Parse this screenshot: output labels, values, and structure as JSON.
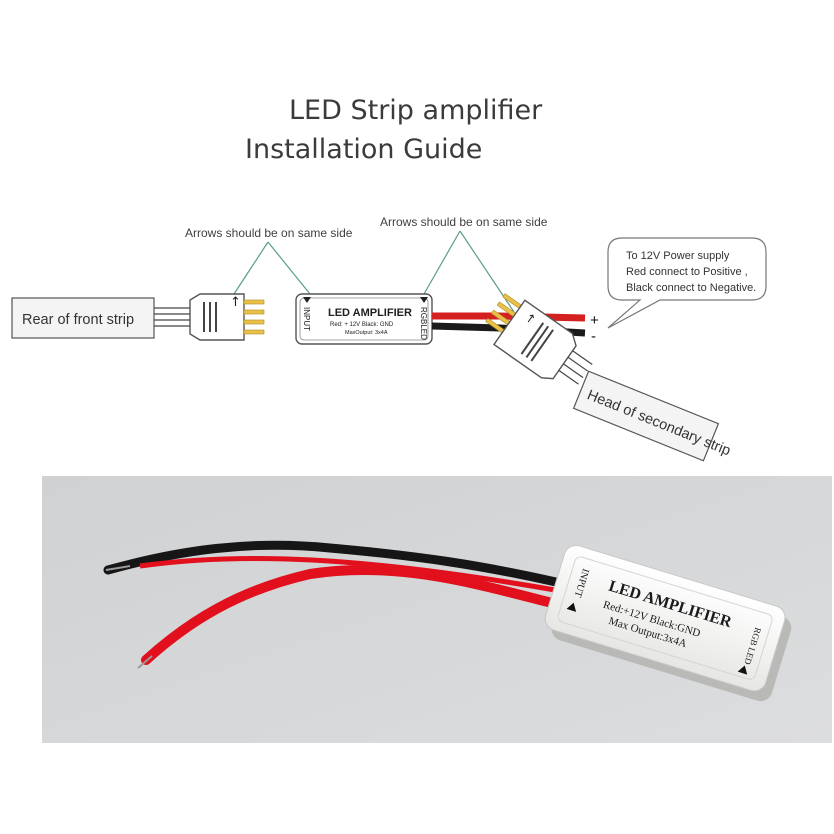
{
  "title": {
    "line1": "LED Strip amplifier",
    "line2": "Installation Guide"
  },
  "diagram": {
    "arrow_note_left": "Arrows should be on same side",
    "arrow_note_right": "Arrows should be on same side",
    "rear_strip_label": "Rear of front strip",
    "head_strip_label": "Head of secondary strip",
    "amplifier": {
      "title": "LED AMPLIFIER",
      "spec_line": "Red: + 12V  Black: GND",
      "output_line": "MaxOutput: 3x4A",
      "input_label": "INPUT",
      "output_label": "RGBLED"
    },
    "power_note": {
      "line1": "To 12V Power supply",
      "line2": "Red connect to Positive ,",
      "line3": "Black connect to Negative."
    },
    "plus_sign": "+",
    "minus_sign": "-",
    "colors": {
      "connector_line": "#5a9e86",
      "red_wire": "#d42020",
      "black_wire": "#1a1a1a",
      "pin_gold": "#e8c04a",
      "outline": "#555555"
    }
  },
  "photo": {
    "device_title": "LED AMPLIFIER",
    "spec_line": "Red:+12V Black:GND",
    "output_line": "Max Output:3x4A",
    "input_label": "INPUT",
    "output_label": "RGB LED",
    "colors": {
      "background": "#d6d7d9",
      "red_wire": "#e1101c",
      "black_wire": "#161616",
      "body": "#f7f7f5"
    }
  }
}
